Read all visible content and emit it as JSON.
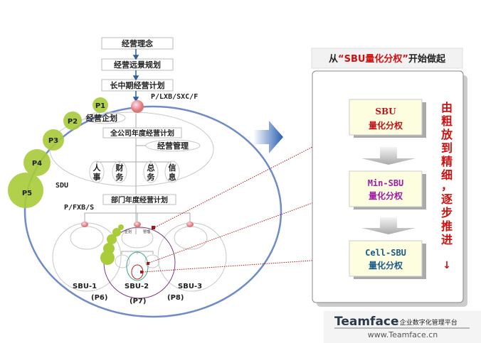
{
  "left": {
    "flow": [
      "经营理念",
      "经营远景规划",
      "长中期经营计划"
    ],
    "plx": "P/LXB/SXC/F",
    "enterprise_plan": "经营企划",
    "annual_plan": "全公司年度经营计划",
    "management": "经营管理",
    "depts": [
      [
        "人",
        "事"
      ],
      [
        "财",
        "务"
      ],
      [
        "总",
        "务"
      ],
      [
        "信",
        "息"
      ]
    ],
    "sdu": "SDU",
    "dept_plan": "部门年度经营计划",
    "pfxb": "P/FXB/S",
    "phases": [
      "P1",
      "P2",
      "P3",
      "P4",
      "P5"
    ],
    "mini": {
      "plan": "企划",
      "mgmt": "管理"
    },
    "sbus": [
      {
        "name": "SBU-1",
        "p": "(P6)"
      },
      {
        "name": "SBU-2",
        "p": "(P7)"
      },
      {
        "name": "SBU-3",
        "p": "(P8)"
      }
    ]
  },
  "right": {
    "title_pre": "从",
    "title_quote": "“SBU量化分权”",
    "title_post": "开始做起",
    "steps": [
      {
        "name": "SBU",
        "sub": "量化分权",
        "color": "#c0141c"
      },
      {
        "name": "Min-SBU",
        "sub": "量化分权",
        "color": "#a01aa8"
      },
      {
        "name": "Cell-SBU",
        "sub": "量化分权",
        "color": "#1a5c8a"
      }
    ],
    "side": [
      "由",
      "粗",
      "放",
      "到",
      "精",
      "细",
      "，",
      "逐",
      "步",
      "推",
      "进"
    ],
    "side_arrow": "↓"
  },
  "brand": {
    "name": "Teamface",
    "tagline": "· 企业数字化管理平台",
    "url": "www.Teamface.cn"
  }
}
